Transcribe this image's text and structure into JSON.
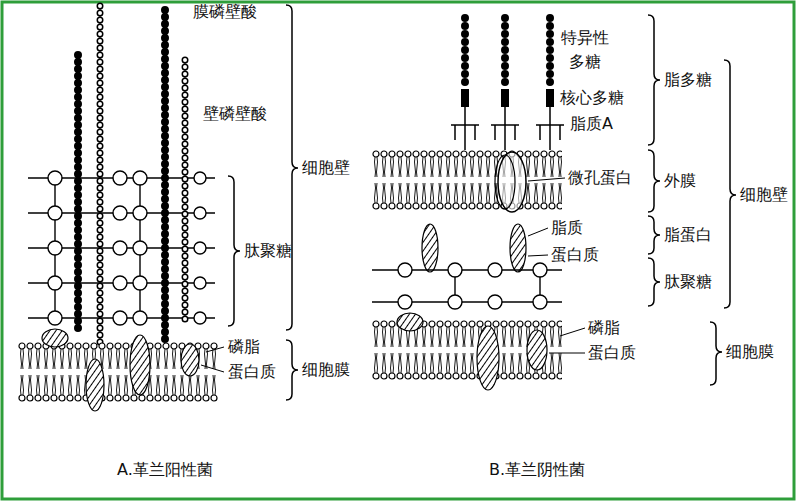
{
  "diagram": {
    "labels": [
      "膜磷壁酸",
      "壁磷壁酸",
      "肽聚糖",
      "细胞壁",
      "磷脂",
      "蛋白质",
      "细胞膜",
      "A.革兰阳性菌",
      "特异性 多糖",
      "核心多糖",
      "脂多糖",
      "脂质A",
      "微孔蛋白",
      "外膜",
      "脂质",
      "脂蛋白",
      "蛋白质",
      "肽聚糖",
      "细胞壁",
      "磷脂",
      "蛋白质",
      "细胞膜",
      "B.革兰阴性菌"
    ]
  }
}
